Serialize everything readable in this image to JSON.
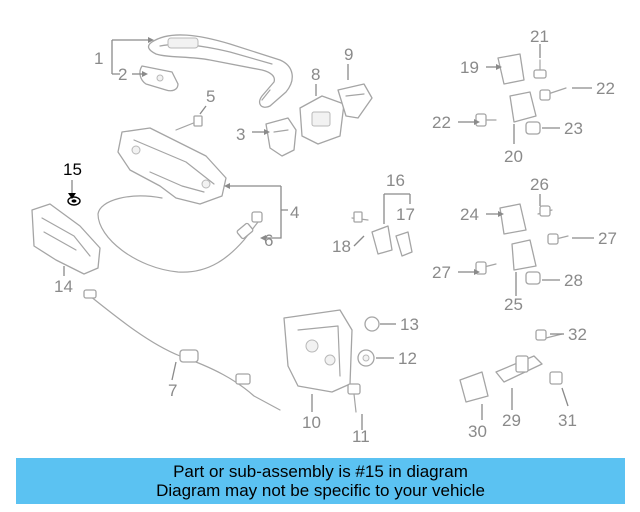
{
  "diagram": {
    "highlighted_part": "15",
    "callouts": {
      "c1": "1",
      "c2": "2",
      "c3": "3",
      "c4": "4",
      "c5": "5",
      "c6": "6",
      "c7": "7",
      "c8": "8",
      "c9": "9",
      "c10": "10",
      "c11": "11",
      "c12": "12",
      "c13": "13",
      "c14": "14",
      "c15": "15",
      "c16": "16",
      "c17": "17",
      "c18": "18",
      "c19": "19",
      "c20": "20",
      "c21": "21",
      "c22a": "22",
      "c22b": "22",
      "c23": "23",
      "c24": "24",
      "c25": "25",
      "c26": "26",
      "c27a": "27",
      "c27b": "27",
      "c28": "28",
      "c29": "29",
      "c30": "30",
      "c31": "31",
      "c32": "32"
    }
  },
  "banner": {
    "line1": "Part or sub-assembly is #15 in diagram",
    "line2": "Diagram may not be specific to your vehicle"
  },
  "colors": {
    "banner_bg": "#5bc2f2",
    "callout_default": "#8a8a8a",
    "callout_highlight": "#000000",
    "part_stroke": "#a5a5a5"
  }
}
